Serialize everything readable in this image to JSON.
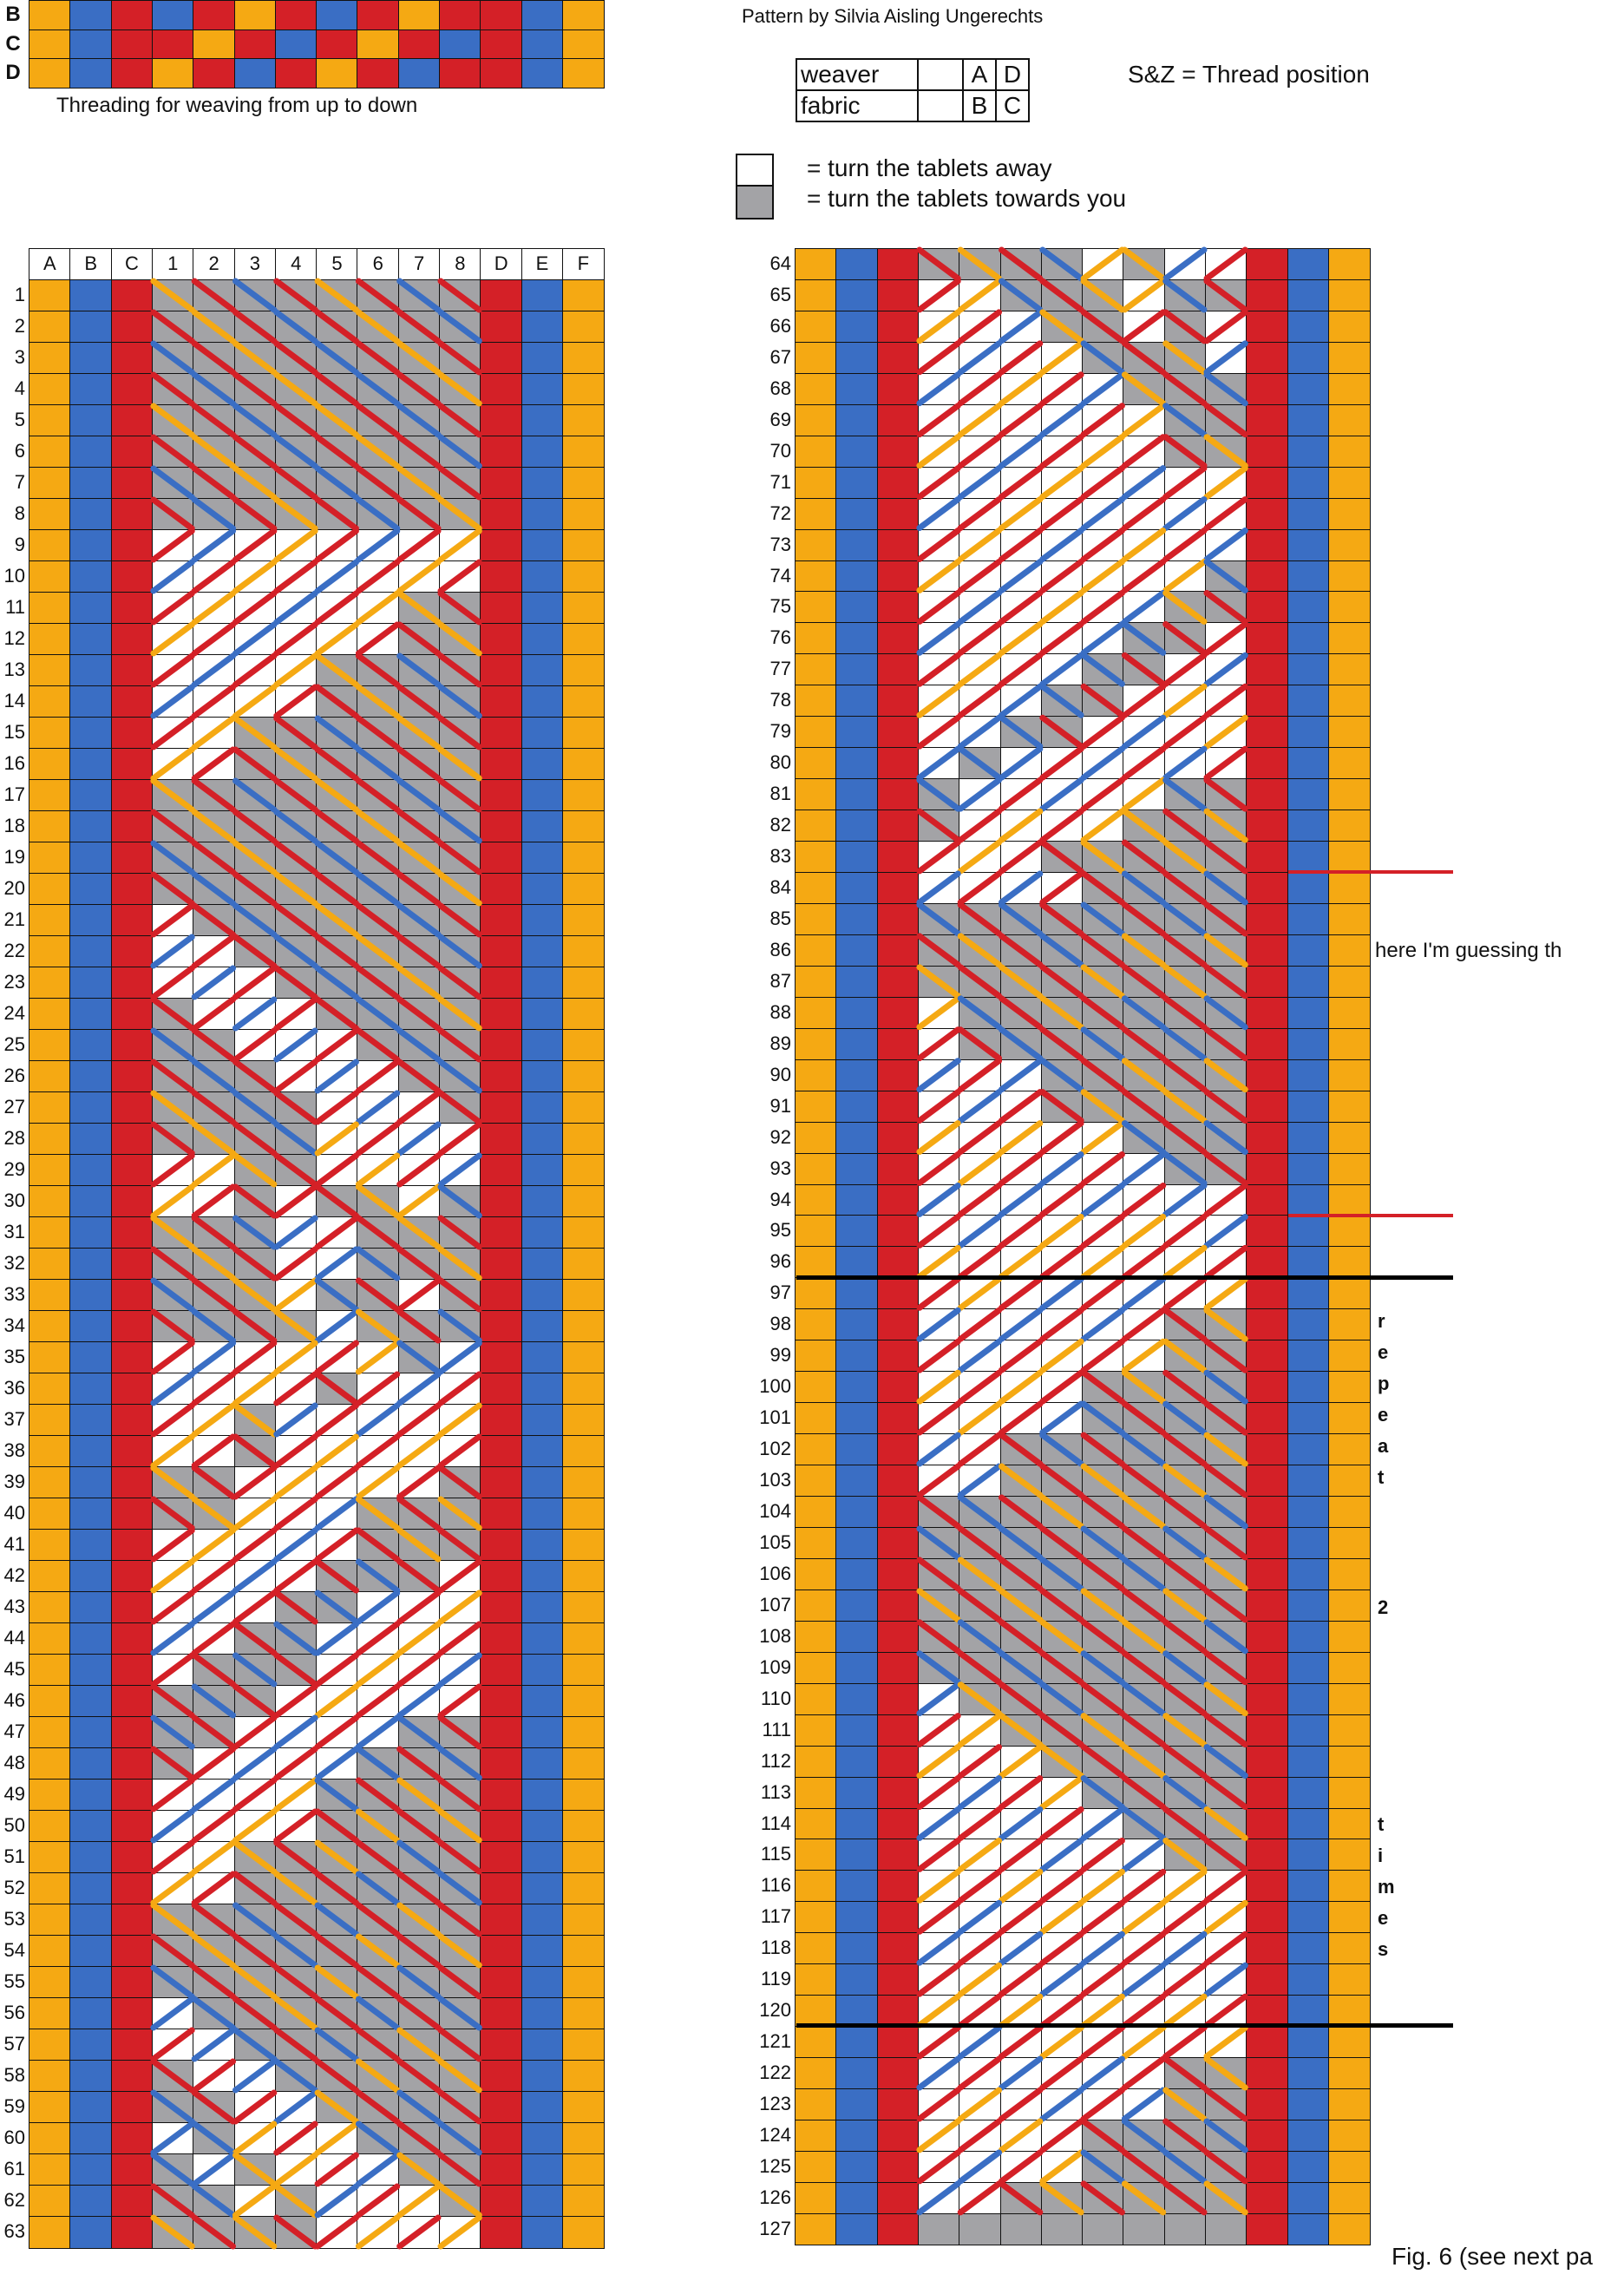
{
  "header": {
    "author": "Pattern by Silvia Aisling Ungerechts",
    "threading_caption": "Threading for weaving from up to down",
    "sz_note": "S&Z = Thread position"
  },
  "position_table": {
    "rows": [
      {
        "label": "weaver",
        "blank": "",
        "a": "A",
        "b": "D"
      },
      {
        "label": "fabric",
        "blank": "",
        "a": "B",
        "b": "C"
      }
    ]
  },
  "legend": {
    "away": "=   turn the tablets away",
    "towards": "=   turn the tablets towards  you"
  },
  "colors": {
    "Y": "#F5A913",
    "Bl": "#3A6EC4",
    "R": "#D42027",
    "gray": "#A3A3A6",
    "white": "#FFFFFF",
    "grid": "#111111"
  },
  "threading": {
    "row_labels": [
      "B",
      "C",
      "D"
    ],
    "rows": [
      [
        "Y",
        "Bl",
        "R",
        "Bl",
        "R",
        "Y",
        "R",
        "Bl",
        "R",
        "Y",
        "R",
        "R",
        "Bl",
        "Y"
      ],
      [
        "Y",
        "Bl",
        "R",
        "R",
        "Y",
        "R",
        "Bl",
        "R",
        "Y",
        "R",
        "Bl",
        "R",
        "Bl",
        "Y"
      ],
      [
        "Y",
        "Bl",
        "R",
        "Y",
        "R",
        "Bl",
        "R",
        "Y",
        "R",
        "Bl",
        "R",
        "R",
        "Bl",
        "Y"
      ]
    ]
  },
  "grid": {
    "column_headers": [
      "A",
      "B",
      "C",
      "1",
      "2",
      "3",
      "4",
      "5",
      "6",
      "7",
      "8",
      "D",
      "E",
      "F"
    ],
    "border_colors": [
      "Y",
      "Bl",
      "R",
      "R",
      "Bl",
      "Y"
    ],
    "holes": {
      "A": [
        "R",
        "Bl",
        "R",
        "Y",
        "R",
        "Bl",
        "R",
        "Y"
      ],
      "B": [
        "Bl",
        "R",
        "Y",
        "R",
        "Bl",
        "R",
        "Y",
        "R"
      ],
      "C": [
        "R",
        "Y",
        "R",
        "Bl",
        "R",
        "Y",
        "R",
        "Bl"
      ],
      "D": [
        "Y",
        "R",
        "Bl",
        "R",
        "Y",
        "R",
        "Bl",
        "R"
      ]
    },
    "turns": [
      "gggggggg",
      "gggggggg",
      "gggggggg",
      "gggggggg",
      "gggggggg",
      "gggggggg",
      "gggggggg",
      "gggggggg",
      "wwwwwwww",
      "wwwwwwww",
      "wwwwwwgg",
      "wwwwwwgg",
      "wwwwgggg",
      "wwwwgggg",
      "wwgggggg",
      "wwgggggg",
      "gggggggg",
      "gggggggg",
      "gggggggg",
      "gggggggg",
      "wggggggg",
      "wwgggggg",
      "wwwggggg",
      "gwwwgggg",
      "ggwwwggg",
      "gggwwwgg",
      "ggggwwwg",
      "ggggwwww",
      "wwggwwww",
      "wwgwggwg",
      "gggwwggg",
      "gggwwggg",
      "gggwggwg",
      "ggggwggg",
      "wwwwwwgw",
      "wwwwgwww",
      "wwgwwwww",
      "wwgwwwww",
      "ggwwwwwg",
      "ggwwwggg",
      "wwwwwggg",
      "wwwwgggw",
      "wwwggwww",
      "wwggwwww",
      "wgggwwww",
      "gggwwwww",
      "ggwwwwgg",
      "gwwwwggg",
      "wwwwgggg",
      "wwwwgggg",
      "wwgggggg",
      "wwgggggg",
      "gggggggg",
      "gggggggg",
      "gggggggg",
      "wggggggg",
      "wwgggggg",
      "gwwggggg",
      "ggwwgggg",
      "wgwwwggg",
      "gwgwwwgg",
      "ggwgwwwg",
      "ggggwwww",
      "ggggwgww",
      "wwgggwgg",
      "wwwggwgw",
      "wwwwgggw",
      "wwwwwggg",
      "wwwwwwgg",
      "wwwwwwgg",
      "wwwwwwww",
      "wwwwwwww",
      "wwwwwwww",
      "wwwwwwwg",
      "wwwwwwgg",
      "wwwwwggw",
      "wwwwggww",
      "wwwggwww",
      "wwggwwww",
      "wgwwwwww",
      "gwwwwwgg",
      "gwwwwggg",
      "wwwggggg",
      "wwwwgggg",
      "gggggggg",
      "gggggggg",
      "gggggggg",
      "wggggggg",
      "wggggggg",
      "wwwggggg",
      "wwwggggg",
      "wwwwwggg",
      "wwwwwwgg",
      "wwwwwwww",
      "wwwwwwww",
      "wwwwwwww",
      "wwwwwwww",
      "wwwwwwgg",
      "wwwwwwgg",
      "wwwwgggg",
      "wwwwgggg",
      "wwgggggg",
      "wwgggggg",
      "gggggggg",
      "gggggggg",
      "gggggggg",
      "gggggggg",
      "gggggggg",
      "gggggggg",
      "wggggggg",
      "wwgggggg",
      "wwwggggg",
      "wwwwgggg",
      "wwwwwggg",
      "wwwwwwgg",
      "wwwwwwww",
      "wwwwwwww",
      "wwwwwwww",
      "wwwwwwww",
      "wwwwwwww",
      "wwwwwwww",
      "wwwwwwgg",
      "wwwwwwgg",
      "wwwwgggg",
      "wwwwgggg",
      "wwgggggg"
    ]
  },
  "right_panel": {
    "note": "here I'm guessing th",
    "repeat_letters": [
      "r",
      "e",
      "p",
      "e",
      "a",
      "t"
    ],
    "repeat_count": "2",
    "times_letters": [
      "t",
      "i",
      "m",
      "e",
      "s"
    ],
    "figure_caption": "Fig. 6 (see next pa"
  }
}
